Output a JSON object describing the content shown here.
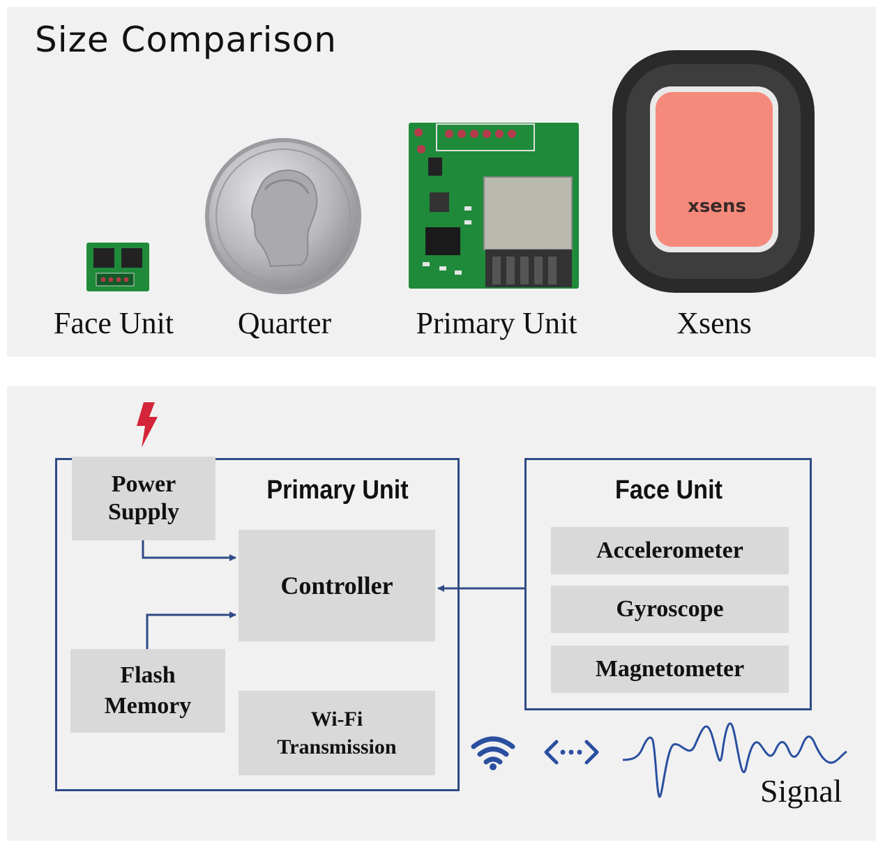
{
  "size_comparison": {
    "heading": "Size Comparison",
    "captions": [
      "Face Unit",
      "Quarter",
      "Primary Unit",
      "Xsens"
    ],
    "xsens_logo": "xsens"
  },
  "block_diagram": {
    "primary_unit": {
      "title": "Primary Unit",
      "power_supply": [
        "Power",
        "Supply"
      ],
      "controller": "Controller",
      "flash_memory": [
        "Flash",
        "Memory"
      ],
      "wifi_transmission": [
        "Wi-Fi",
        "Transmission"
      ]
    },
    "face_unit": {
      "title": "Face Unit",
      "sensors": [
        "Accelerometer",
        "Gyroscope",
        "Magnetometer"
      ]
    },
    "signal_label": "Signal",
    "icons": [
      "lightning-icon",
      "wifi-icon",
      "bidirectional-arrow-icon",
      "signal-wave-icon"
    ]
  },
  "colors": {
    "panel_bg": "#f1f1f1",
    "box_fill": "#d9d9d9",
    "frame_blue": "#2f4a86",
    "wifi_blue": "#2a4fa0",
    "lightning_red": "#d4253a",
    "pcb_green": "#1f8a3a",
    "xsens_pink": "#f58a7c"
  }
}
